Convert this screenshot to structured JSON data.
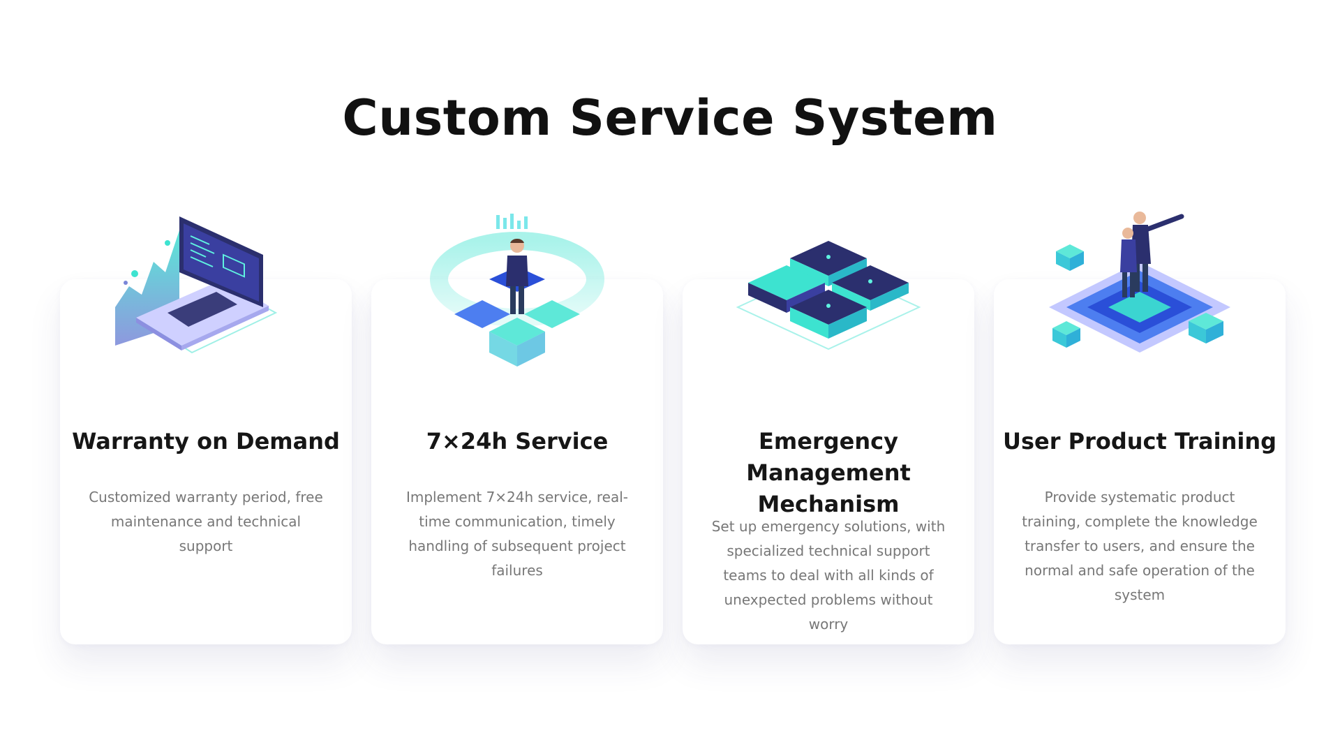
{
  "page": {
    "title": "Custom Service System"
  },
  "cards": [
    {
      "title": "Warranty on Demand",
      "description": "Customized warranty period, free maintenance and technical support",
      "icon": "laptop-analytics-icon"
    },
    {
      "title": "7×24h Service",
      "description": "Implement 7×24h service, real-time communication, timely handling of subsequent project failures",
      "icon": "service-agent-icon"
    },
    {
      "title": "Emergency Management Mechanism",
      "description": "Set up emergency solutions, with specialized technical support teams to deal with all kinds of unexpected problems without worry",
      "icon": "server-cluster-icon"
    },
    {
      "title": "User Product Training",
      "description": "Provide systematic product training, complete the knowledge transfer to users, and ensure the normal and safe operation of the system",
      "icon": "training-team-icon"
    }
  ],
  "colors": {
    "title": "#111111",
    "description": "#777777",
    "accent_cyan": "#3de3d0",
    "accent_blue": "#2a4fd8",
    "accent_navy": "#2b2f6e"
  }
}
